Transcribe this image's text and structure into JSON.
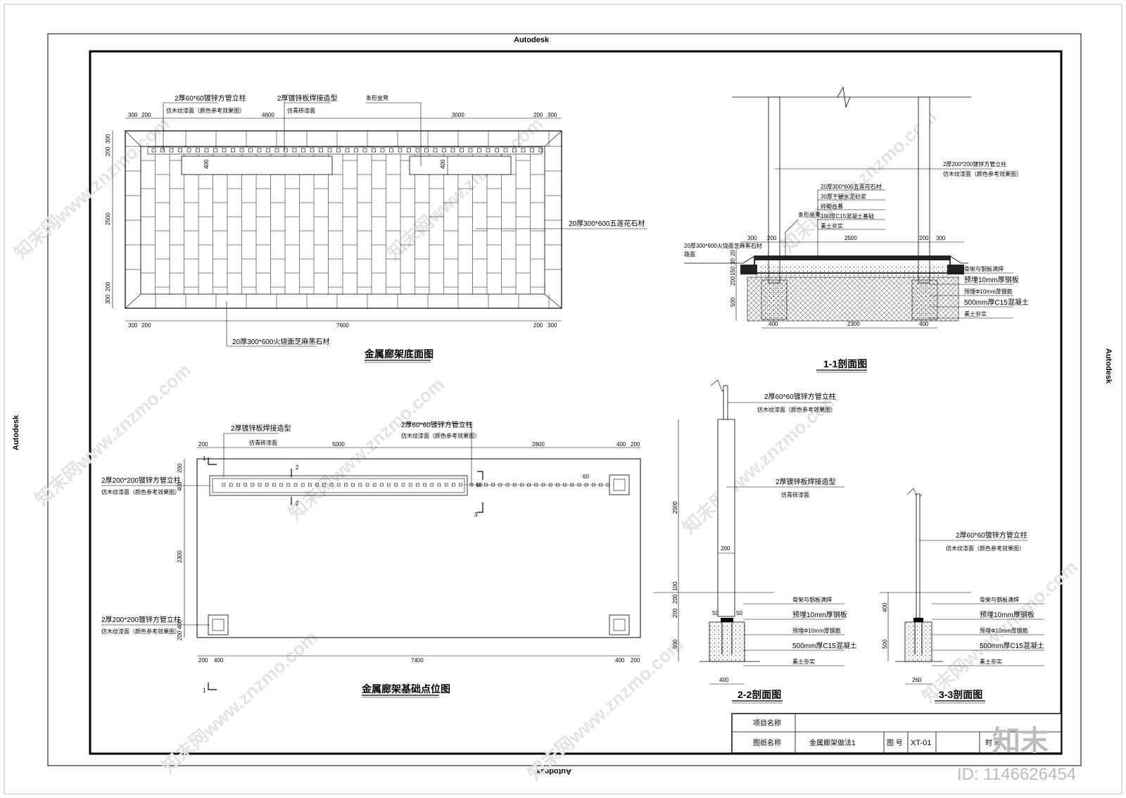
{
  "autodesk": "Autodesk",
  "watermark": {
    "site": "知末网www.znzmo.com",
    "logo": "知末",
    "id": "ID: 1146626454"
  },
  "plan_bottom": {
    "title": "金属廊架底面图",
    "label_post": "2厚60*60镀锌方管立柱",
    "label_post_finish": "仿木纹漆面（颜色参考效果图）",
    "label_plate": "2厚镀锌板焊接造型",
    "label_plate_finish": "仿青砖漆面",
    "label_bench": "条形坐凳",
    "label_granite": "20厚300*600五莲花石材",
    "label_black": "20厚300*600火烧面芝麻黑石材",
    "dims_top": [
      "300",
      "200",
      "4600",
      "3000",
      "200",
      "300"
    ],
    "dims_bottom": [
      "300",
      "200",
      "7600",
      "200",
      "300"
    ],
    "dims_left": [
      "300",
      "200",
      "2500",
      "200",
      "300"
    ],
    "dim_400a": "400",
    "dim_400b": "400"
  },
  "plan_found": {
    "title": "金属廊架基础点位图",
    "label_plate": "2厚镀锌板焊接造型",
    "label_plate_finish": "仿青砖漆面",
    "label_post": "2厚60*60镀锌方管立柱",
    "label_post_finish": "仿木纹漆面（颜色参考效果图）",
    "label_col": "2厚200*200镀锌方管立柱",
    "label_col_finish": "仿木纹漆面（颜色参考效果图）",
    "label_col2": "2厚200*200镀锌方管立柱",
    "label_col2_finish": "仿木纹漆面（颜色参考效果图）",
    "dims_top": [
      "200",
      "5000",
      "2800",
      "400",
      "200"
    ],
    "dims_bottom": [
      "200",
      "400",
      "7400",
      "400",
      "200"
    ],
    "dims_left": [
      "200",
      "400",
      "2300",
      "400",
      "200"
    ],
    "dim_60": "60",
    "mark_1": "1",
    "mark_2": "2",
    "mark_3": "3"
  },
  "section11": {
    "title": "1-1剖面图",
    "label_col": "2厚200*200镀锌方管立柱",
    "label_col_finish": "仿木纹漆面（颜色参考效果图）",
    "layers": [
      "20厚300*600五莲花石材",
      "30厚干硬水泥砂浆",
      "碎砌台基",
      "100厚C15混凝土基础",
      "素土夯实"
    ],
    "label_bench": "条形坐凳",
    "label_black": "20厚300*600火烧面芝麻黑石材",
    "label_black2": "路面",
    "right_labels": [
      "骨架与钢板满焊",
      "预埋10mm厚钢板",
      "预埋Φ10mm厚钢筋",
      "500mm厚C15混凝土",
      "素土夯实"
    ],
    "dims_top": [
      "300",
      "200",
      "2500",
      "200",
      "300"
    ],
    "dims_bottom": [
      "400",
      "2300",
      "400"
    ],
    "dims_left": [
      "20",
      "30",
      "150",
      "200",
      "500"
    ]
  },
  "section22": {
    "title": "2-2剖面图",
    "label_post": "2厚60*60镀锌方管立柱",
    "label_post_finish": "仿木纹漆面（颜色参考效果图）",
    "label_plate": "2厚镀锌板焊接造型",
    "label_plate_finish": "仿青砖漆面",
    "labels": [
      "骨架与钢板满焊",
      "预埋10mm厚钢板",
      "预埋Φ10mm厚钢筋",
      "500mm厚C15混凝土",
      "素土夯实"
    ],
    "dim_2000": "2000",
    "dim_200": "200",
    "dims_left": [
      "200",
      "100",
      "200",
      "500"
    ],
    "dims_50": [
      "50",
      "50"
    ],
    "dim_400": "400"
  },
  "section33": {
    "title": "3-3剖面图",
    "label_post": "2厚60*60镀锌方管立柱",
    "label_post_finish": "仿木纹漆面（颜色参考效果图）",
    "labels": [
      "骨架与钢板满焊",
      "预埋10mm厚钢板",
      "预埋Φ10mm厚钢筋",
      "500mm厚C15混凝土",
      "素土夯实"
    ],
    "dims_left": [
      "400",
      "500"
    ],
    "dim_260": "260"
  },
  "titleblock": {
    "project_label": "项目名称",
    "drawing_label": "图纸名称",
    "drawing_name": "金属廊架做法1",
    "number_label": "图 号",
    "number": "XT-01",
    "time_label": "时 间"
  }
}
